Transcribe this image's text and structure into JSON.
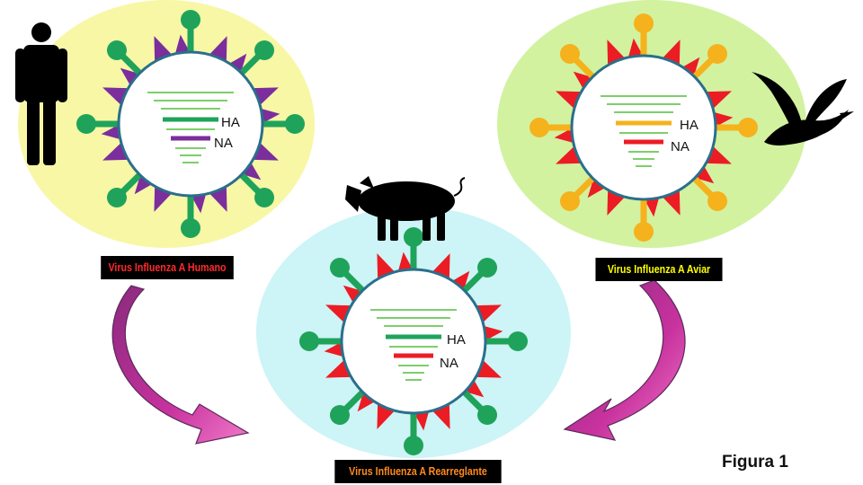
{
  "labels": {
    "human": "Virus Influenza A Humano",
    "avian": "Virus Influenza A Aviar",
    "reassortant": "Virus Influenza A Rearreglante"
  },
  "genes": {
    "ha": "HA",
    "na": "NA"
  },
  "caption": "Figura 1",
  "colors": {
    "human_bg": "#f7f7a6",
    "avian_bg": "#d2f2a0",
    "reassortant_bg": "#cdf4f6",
    "membrane": "#2a6f8c",
    "ha_human": "#1fa35b",
    "na_human": "#7b2e9c",
    "ha_avian": "#f5b21c",
    "na_avian": "#ec1c24",
    "arrow": "#c8329e",
    "label_red": "#ff2a2a",
    "label_yellow": "#ffff00",
    "label_orange": "#ff8a1e"
  }
}
